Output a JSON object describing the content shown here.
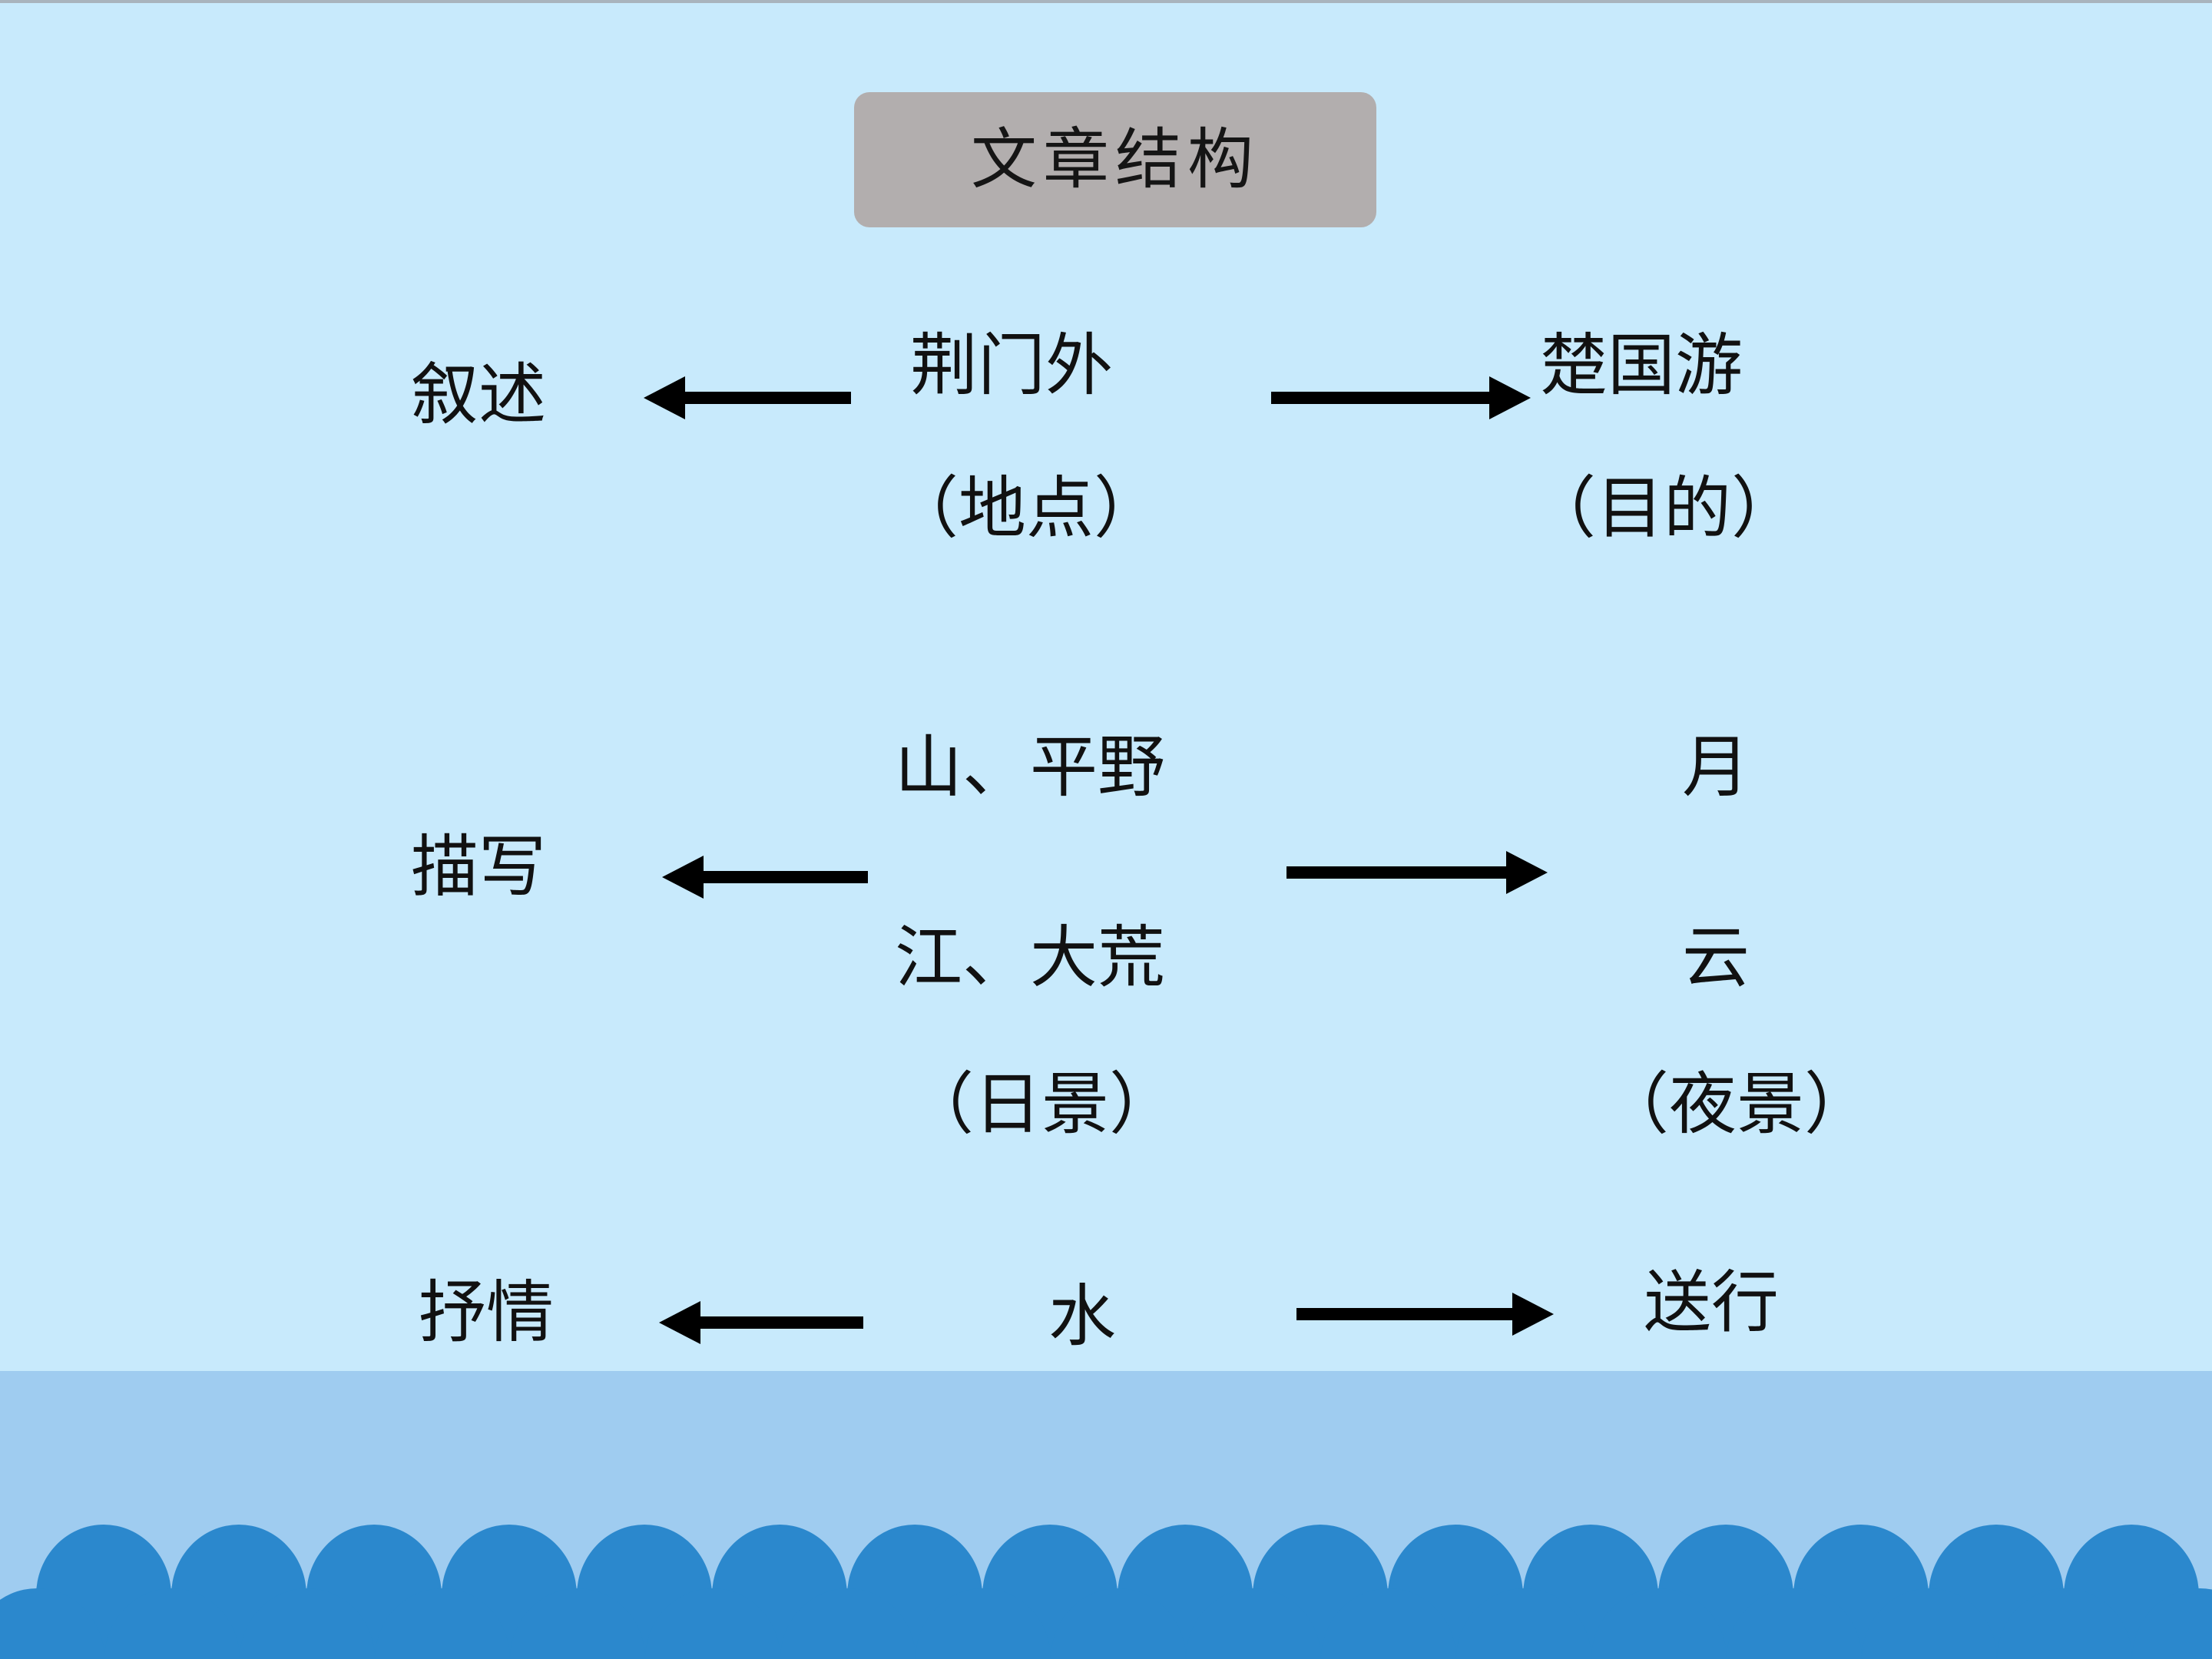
{
  "title": "文章结构",
  "rows": {
    "narration": {
      "left": "叙述",
      "center_top": "荆门外",
      "center_bottom": "（地点）",
      "right_top": "楚国游",
      "right_bottom": "（目的）"
    },
    "description": {
      "left": "描写",
      "center_top": "山、平野",
      "center_middle": "江、大荒",
      "center_bottom": "（日景）",
      "right_top": "月",
      "right_middle": "云",
      "right_bottom": "（夜景）"
    },
    "lyric": {
      "left": "抒情",
      "center": "水",
      "right": "送行"
    }
  },
  "colors": {
    "background": "#c8eafc",
    "title_box": "#b2aeae",
    "wave_band": "#9fccf0",
    "wave_fill": "#2b88cd",
    "text": "#111111"
  },
  "icons": {
    "left_arrow": "left-arrow-icon",
    "right_arrow": "right-arrow-icon"
  }
}
